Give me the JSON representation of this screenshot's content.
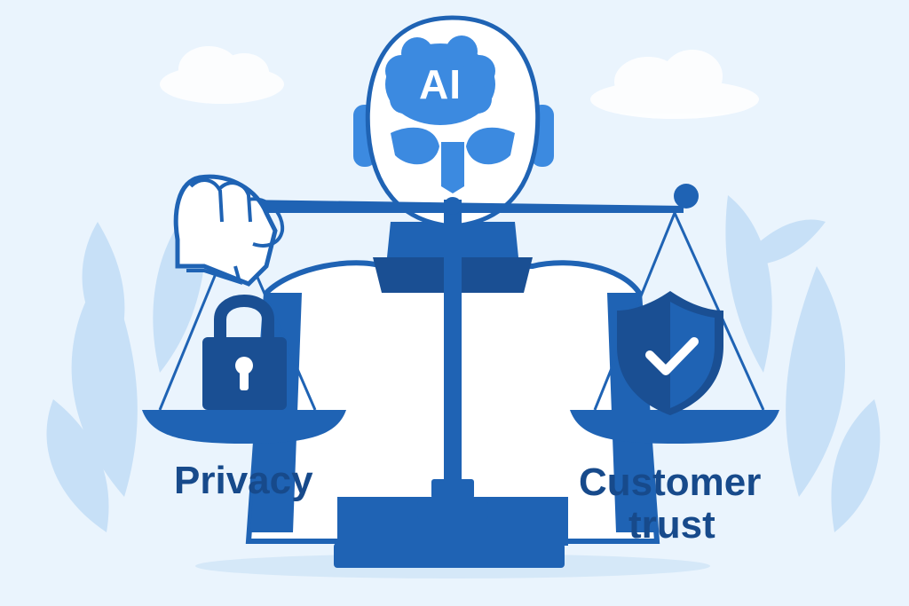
{
  "colors": {
    "background": "#eaf4fd",
    "primary_blue": "#1f63b4",
    "dark_blue": "#1a4f93",
    "light_blue": "#3c8ae0",
    "leaf_blue": "#c7e0f7",
    "text_blue": "#174a8b"
  },
  "brain": {
    "text": "AI"
  },
  "left_pan": {
    "label": "Privacy",
    "icon": "lock-icon"
  },
  "right_pan": {
    "label_line1": "Customer",
    "label_line2": "trust",
    "icon": "shield-check-icon"
  }
}
